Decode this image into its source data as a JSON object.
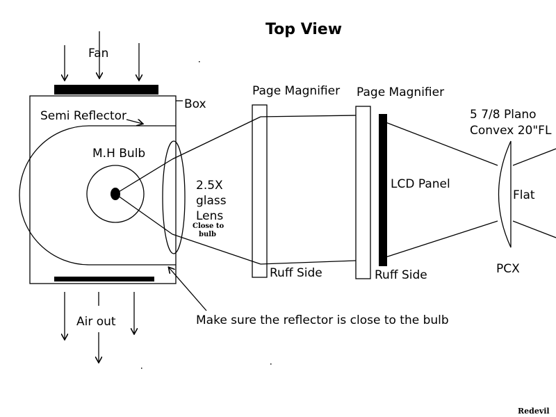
{
  "title": "Top View",
  "labels": {
    "fan": "Fan",
    "box": "Box",
    "semi_reflector": "Semi Reflector",
    "mh_bulb": "M.H Bulb",
    "lens_1": "2.5X",
    "lens_2": "glass",
    "lens_3": "Lens",
    "close_1": "Close to",
    "close_2": "bulb",
    "page_magnifier_1": "Page Magnifier",
    "page_magnifier_2": "Page Magnifier",
    "lcd_panel": "LCD Panel",
    "ruff_side_1": "Ruff Side",
    "ruff_side_2": "Ruff Side",
    "plano_1": "5 7/8 Plano",
    "plano_2": "Convex 20\"FL",
    "flat": "Flat",
    "pcx": "PCX",
    "air_out": "Air out",
    "note": "Make sure the reflector is close to the bulb",
    "signature": "Redevil"
  }
}
